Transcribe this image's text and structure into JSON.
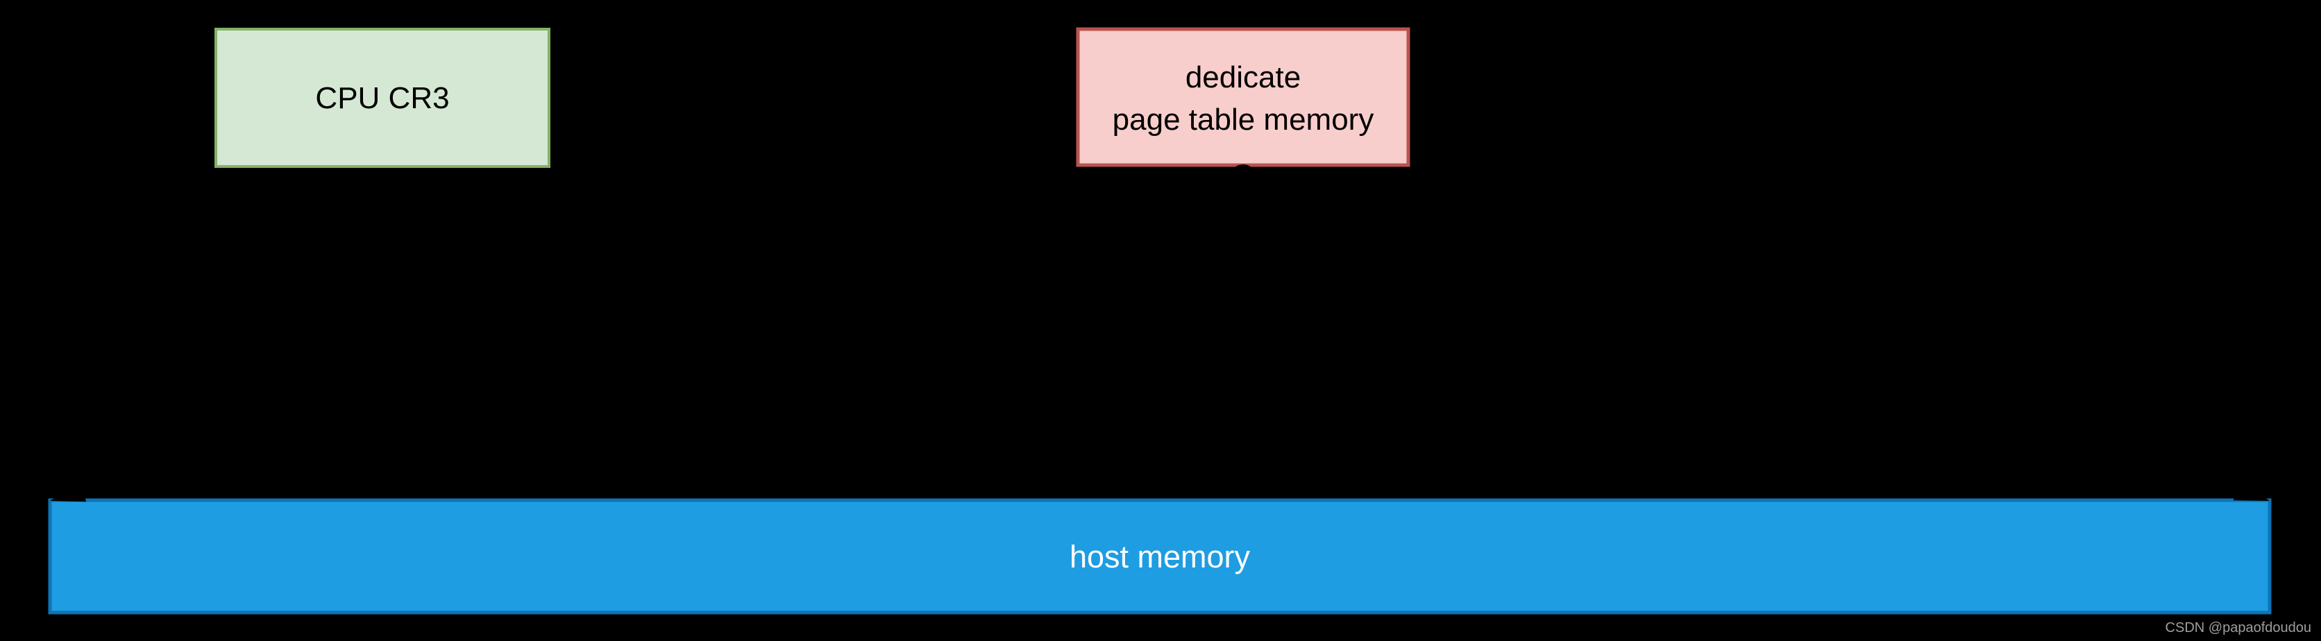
{
  "diagram": {
    "background": "#000000",
    "connector_color": "#000000",
    "nodes": {
      "cpu": {
        "label": "CPU CR3",
        "fill": "#d5e8d4",
        "stroke": "#82b366"
      },
      "page_table": {
        "label_line1": "dedicate",
        "label_line2": "page table memory",
        "fill": "#f8cecc",
        "stroke": "#b85450"
      },
      "host": {
        "label": "host memory",
        "fill": "#1e9de2",
        "stroke": "#0d74b5",
        "text_color": "#ffffff"
      }
    },
    "edges": [
      {
        "from": "cpu",
        "to": "page_table",
        "style": "dashed",
        "marker_end": "arrow",
        "color": "#000000"
      },
      {
        "from": "page_table",
        "to": "host (left corner)",
        "style": "solid",
        "marker_start": "circle",
        "marker_end": "arrow",
        "color": "#000000"
      },
      {
        "from": "page_table",
        "to": "host (right corner)",
        "style": "solid",
        "marker_start": "circle",
        "marker_end": "arrow",
        "color": "#000000"
      }
    ]
  },
  "watermark": {
    "text": "CSDN @papaofdoudou",
    "color": "#9e9e9e"
  }
}
